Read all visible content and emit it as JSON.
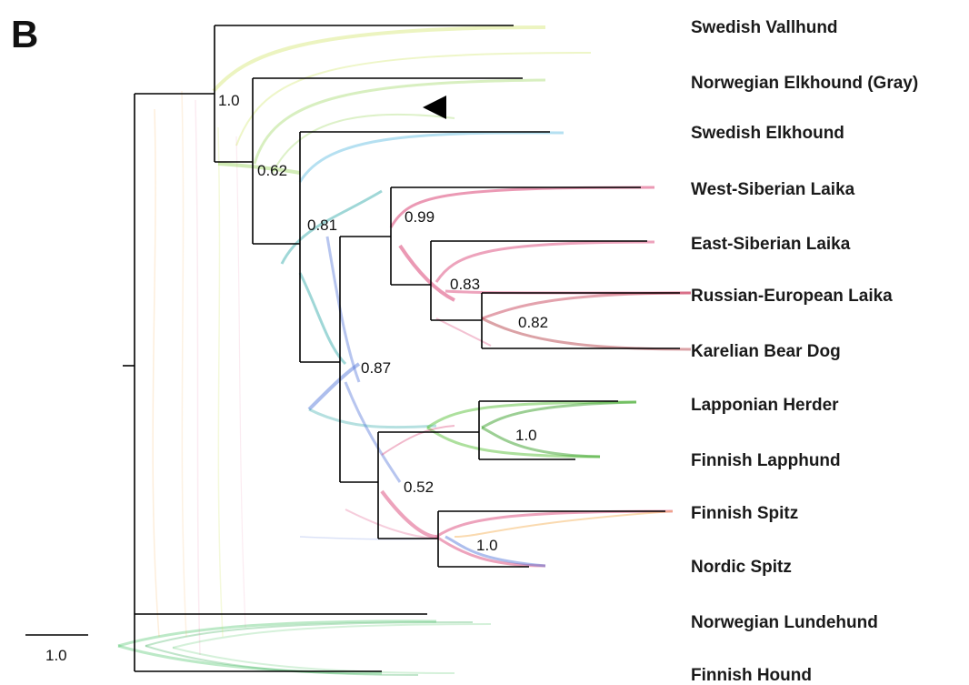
{
  "panel_label": "B",
  "taxa": [
    "Swedish Vallhund",
    "Norwegian Elkhound (Gray)",
    "Swedish Elkhound",
    "West-Siberian Laika",
    "East-Siberian Laika",
    "Russian-European Laika",
    "Karelian Bear Dog",
    "Lapponian Herder",
    "Finnish Lapphund",
    "Finnish Spitz",
    "Nordic Spitz",
    "Norwegian Lundehund",
    "Finnish Hound"
  ],
  "support_values": [
    "1.0",
    "0.62",
    "0.81",
    "0.99",
    "0.83",
    "0.82",
    "0.87",
    "1.0",
    "0.52",
    "1.0"
  ],
  "scale_bar_label": "1.0",
  "marker": "arrowhead-left-icon",
  "colors": {
    "branch": "#000000",
    "cloud_green": "#3fbf5f",
    "cloud_yellow": "#c8e04a",
    "cloud_teal": "#2aa6a6",
    "cloud_blue": "#4a6fd6",
    "cloud_red": "#d8336a",
    "cloud_orange": "#f2a23a"
  }
}
